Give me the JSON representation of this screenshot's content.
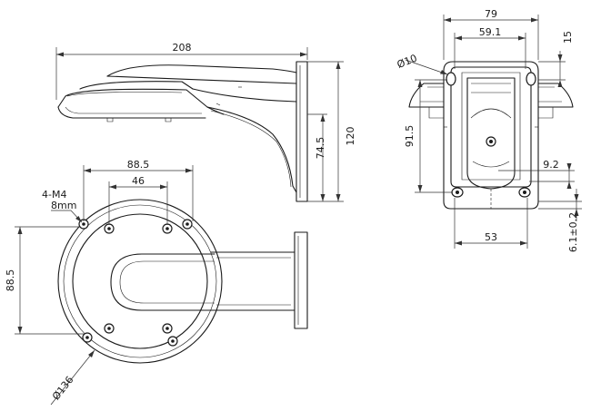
{
  "side_view": {
    "width_label": "208",
    "height_label": "120",
    "arm_height_label": "74.5"
  },
  "back_view": {
    "width_label": "79",
    "inner_width_label": "59.1",
    "top_offset_label": "15",
    "hole_label": "Ø10",
    "height_label": "91.5",
    "slot_label": "9.2",
    "base_width_label": "53",
    "thickness_label": "6.1±0.2"
  },
  "bottom_view": {
    "bolt_circle_label": "88.5",
    "inner_spacing_label": "46",
    "screw_label": "4-M4",
    "screw_length_label": "8mm",
    "height_label": "88.5",
    "diameter_label": "Ø136"
  }
}
